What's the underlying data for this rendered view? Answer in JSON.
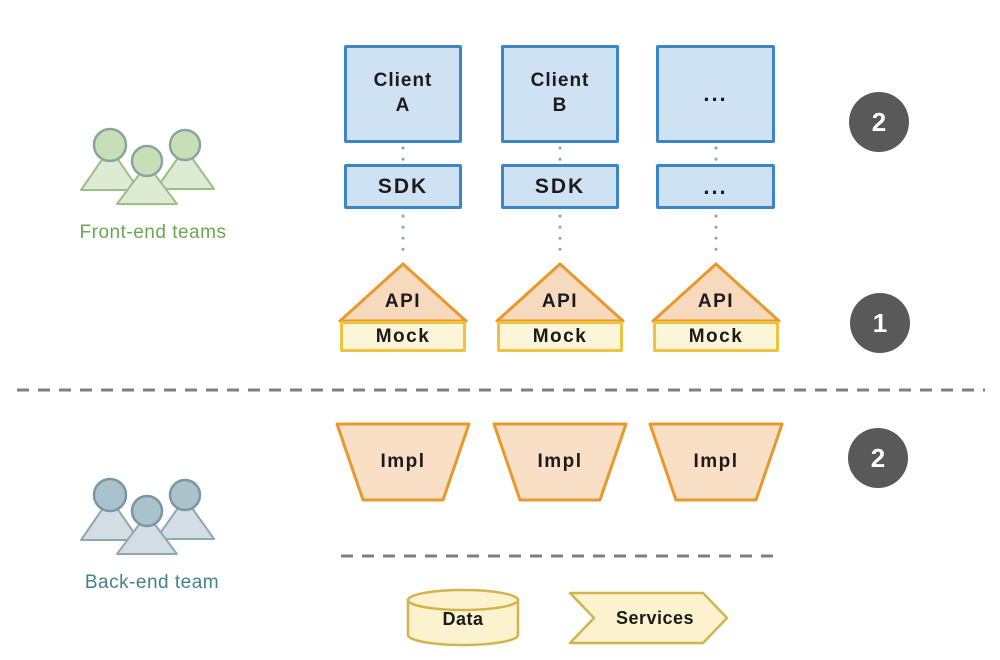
{
  "teams": {
    "front_end": {
      "label": "Front-end teams"
    },
    "back_end": {
      "label": "Back-end team"
    }
  },
  "columns": [
    {
      "client": "Client\nA",
      "sdk": "SDK",
      "api": "API",
      "mock": "Mock",
      "impl": "Impl"
    },
    {
      "client": "Client\nB",
      "sdk": "SDK",
      "api": "API",
      "mock": "Mock",
      "impl": "Impl"
    },
    {
      "client": "...",
      "sdk": "...",
      "api": "API",
      "mock": "Mock",
      "impl": "Impl"
    }
  ],
  "badges": [
    {
      "value": "2"
    },
    {
      "value": "1"
    },
    {
      "value": "2"
    }
  ],
  "backend_shapes": {
    "data": "Data",
    "services": "Services"
  },
  "colors": {
    "client_fill": "#cfe2f3",
    "client_border": "#3d85c6",
    "api_fill": "#f7d9bd",
    "api_border": "#e8992e",
    "mock_fill": "#fdf5d8",
    "mock_border": "#eec33f",
    "impl_fill": "#f9dfc5",
    "impl_border": "#e8992e",
    "yellow_fill": "#fcf2cd",
    "yellow_border": "#d2b44e",
    "badge_bg": "#595959",
    "front_team_color": "#6aa84f",
    "back_team_color": "#45818e",
    "dashed_line": "#7f7f7f",
    "connector_dot": "#8da4bc"
  }
}
